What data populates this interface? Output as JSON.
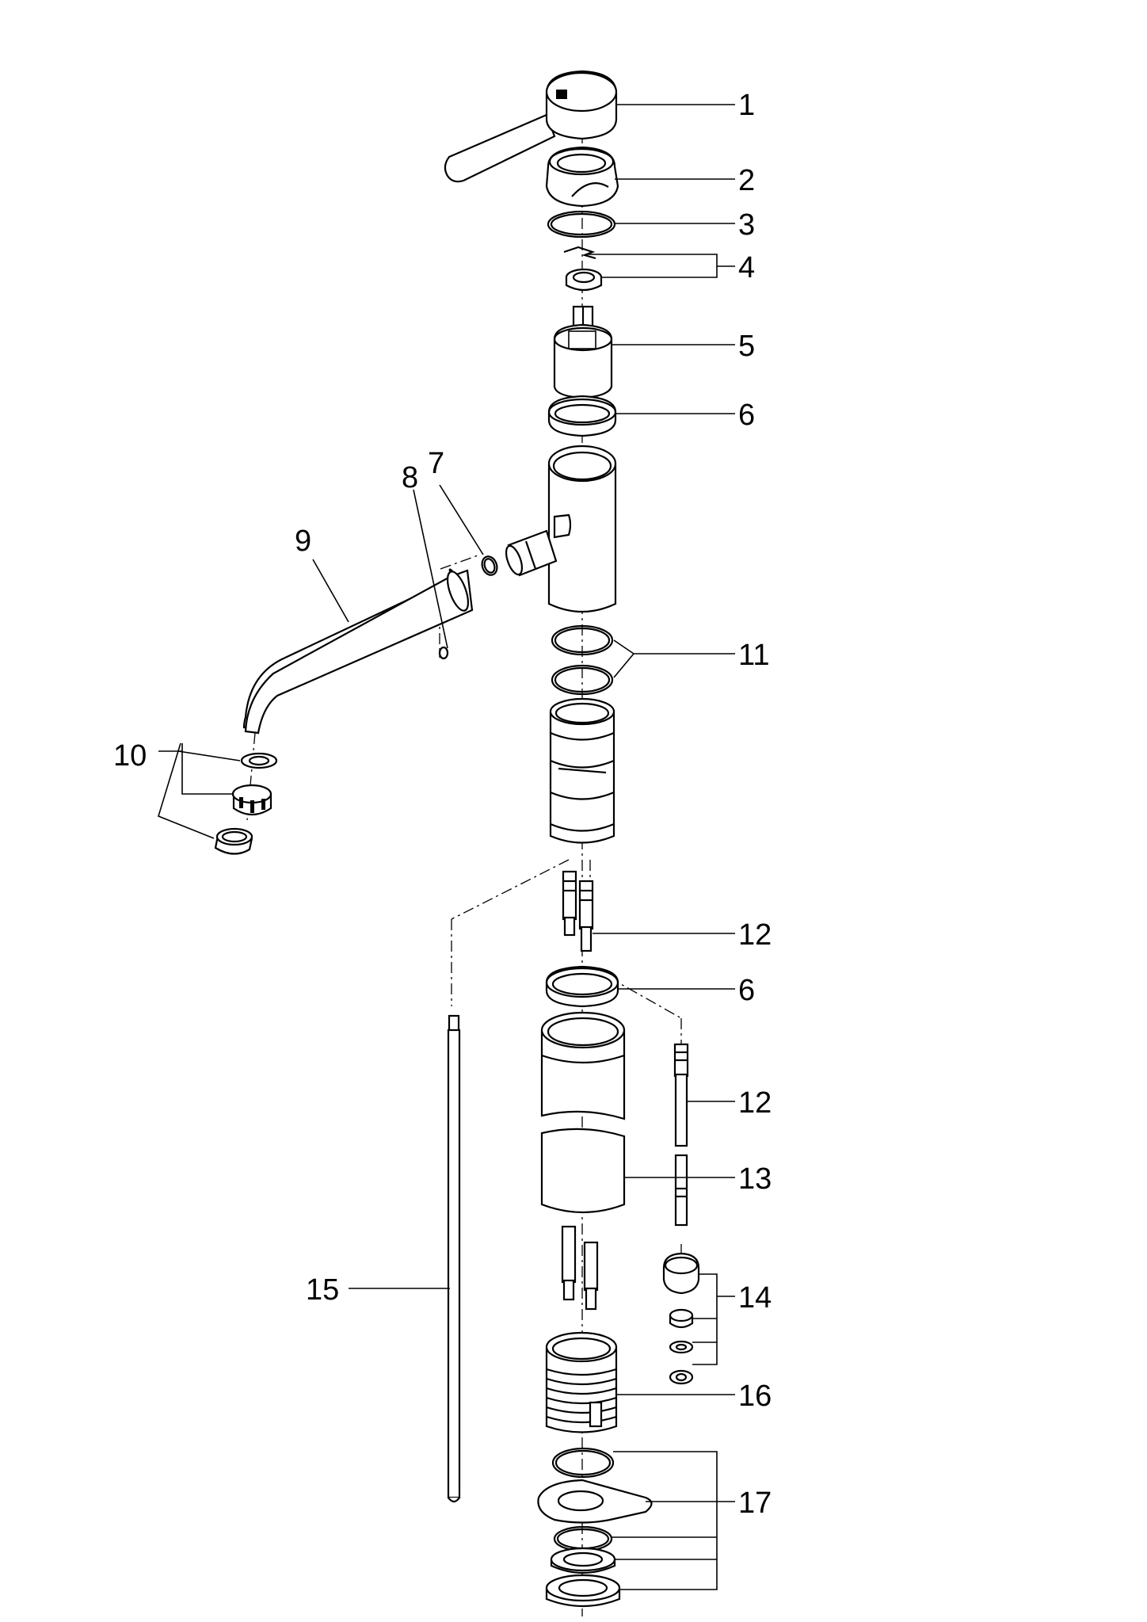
{
  "diagram": {
    "type": "exploded-parts-view",
    "callouts": [
      {
        "id": "c1",
        "label": "1"
      },
      {
        "id": "c2",
        "label": "2"
      },
      {
        "id": "c3",
        "label": "3"
      },
      {
        "id": "c4",
        "label": "4"
      },
      {
        "id": "c5",
        "label": "5"
      },
      {
        "id": "c6a",
        "label": "6"
      },
      {
        "id": "c7",
        "label": "7"
      },
      {
        "id": "c8",
        "label": "8"
      },
      {
        "id": "c9",
        "label": "9"
      },
      {
        "id": "c10",
        "label": "10"
      },
      {
        "id": "c11",
        "label": "11"
      },
      {
        "id": "c12a",
        "label": "12"
      },
      {
        "id": "c6b",
        "label": "6"
      },
      {
        "id": "c12b",
        "label": "12"
      },
      {
        "id": "c13",
        "label": "13"
      },
      {
        "id": "c14",
        "label": "14"
      },
      {
        "id": "c15",
        "label": "15"
      },
      {
        "id": "c16",
        "label": "16"
      },
      {
        "id": "c17",
        "label": "17"
      }
    ]
  }
}
